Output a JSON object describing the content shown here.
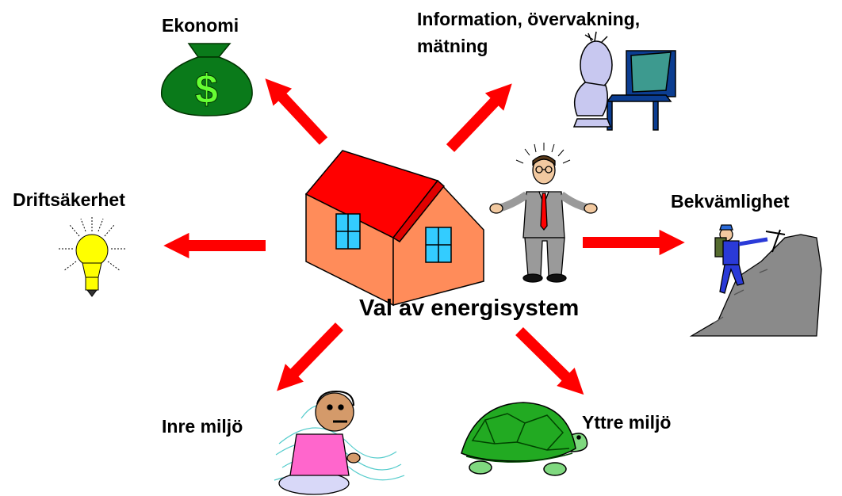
{
  "center": {
    "label": "Val av energisystem"
  },
  "nodes": {
    "economy": {
      "label": "Ekonomi"
    },
    "information": {
      "label_line1": "Information, övervakning,",
      "label_line2": "mätning"
    },
    "reliability": {
      "label": "Driftsäkerhet"
    },
    "comfort": {
      "label": "Bekvämlighet"
    },
    "indoor": {
      "label": "Inre miljö"
    },
    "outdoor": {
      "label": "Yttre miljö"
    }
  },
  "icons": {
    "economy": "money-bag-icon",
    "information": "computer-user-icon",
    "reliability": "light-bulb-icon",
    "comfort": "mountain-climber-icon",
    "indoor": "draughty-person-icon",
    "outdoor": "turtle-icon",
    "center_house": "house-icon",
    "center_person": "shrugging-man-icon"
  },
  "colors": {
    "arrow": "#ff0000",
    "roof": "#ff0000",
    "wall": "#ff8c5a",
    "window": "#33ccff"
  }
}
